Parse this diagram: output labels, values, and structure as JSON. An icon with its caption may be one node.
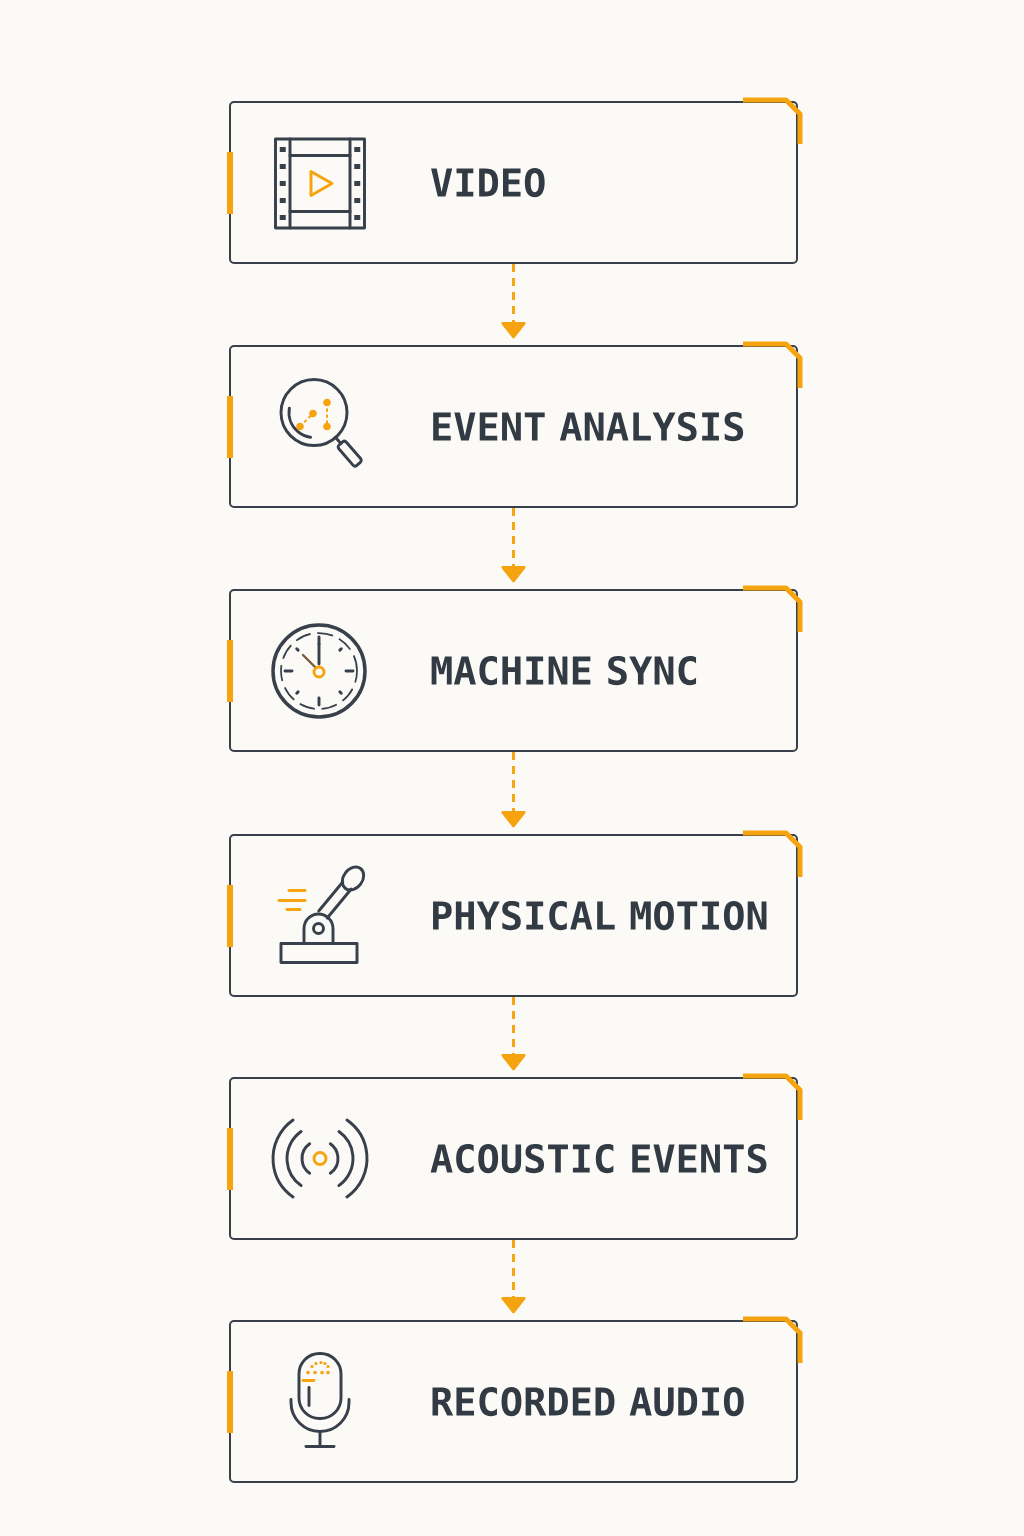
{
  "diagram": {
    "nodes": [
      {
        "text": [
          "VIDEO"
        ]
      },
      {
        "text": [
          "EVENT ANALYSIS"
        ]
      },
      {
        "text": [
          "MACHINE SYNC"
        ]
      },
      {
        "text": [
          "PHYSICAL MOTION"
        ]
      },
      {
        "text": [
          "ACOUSTIC EVENTS"
        ]
      },
      {
        "text": [
          "RECORDED AUDIO"
        ]
      }
    ],
    "edges": [
      {
        "from": 0,
        "to": 1,
        "arrow": "to",
        "style": "dashed"
      },
      {
        "from": 1,
        "to": 2,
        "arrow": "to",
        "style": "dashed"
      },
      {
        "from": 2,
        "to": 3,
        "arrow": "to",
        "style": "dashed"
      },
      {
        "from": 3,
        "to": 4,
        "arrow": "to",
        "style": "dashed"
      },
      {
        "from": 4,
        "to": 5,
        "arrow": "to",
        "style": "dashed"
      }
    ]
  }
}
